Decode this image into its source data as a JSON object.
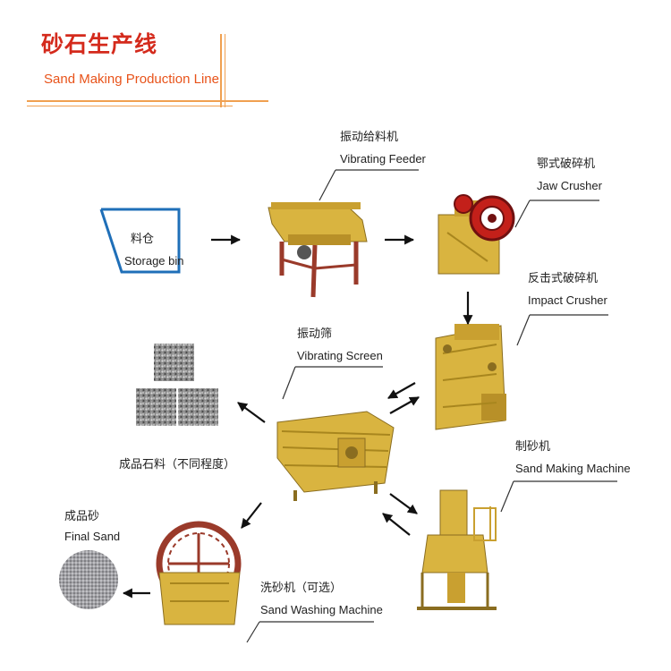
{
  "header": {
    "title_cn": "砂石生产线",
    "title_en": "Sand Making Production Line"
  },
  "nodes": {
    "storage_bin": {
      "cn": "料仓",
      "en": "Storage bin"
    },
    "vibrating_feeder": {
      "cn": "振动给料机",
      "en": "Vibrating Feeder"
    },
    "jaw_crusher": {
      "cn": "鄂式破碎机",
      "en": "Jaw Crusher"
    },
    "impact_crusher": {
      "cn": "反击式破碎机",
      "en": "Impact Crusher"
    },
    "vibrating_screen": {
      "cn": "振动筛",
      "en": "Vibrating Screen"
    },
    "finished_stone": {
      "cn": "成品石料（不同程度）"
    },
    "sand_making_machine": {
      "cn": "制砂机",
      "en": "Sand Making Machine"
    },
    "final_sand": {
      "cn": "成品砂",
      "en": "Final Sand"
    },
    "sand_washing_machine": {
      "cn": "洗砂机（可选）",
      "en": "Sand Washing Machine"
    }
  },
  "colors": {
    "machine_yellow": "#d9b440",
    "machine_red": "#9a3a2a",
    "header_red": "#d42a1c",
    "header_orange": "#f0a050",
    "bin_blue": "#1f6fb8",
    "arrow": "#111111"
  }
}
